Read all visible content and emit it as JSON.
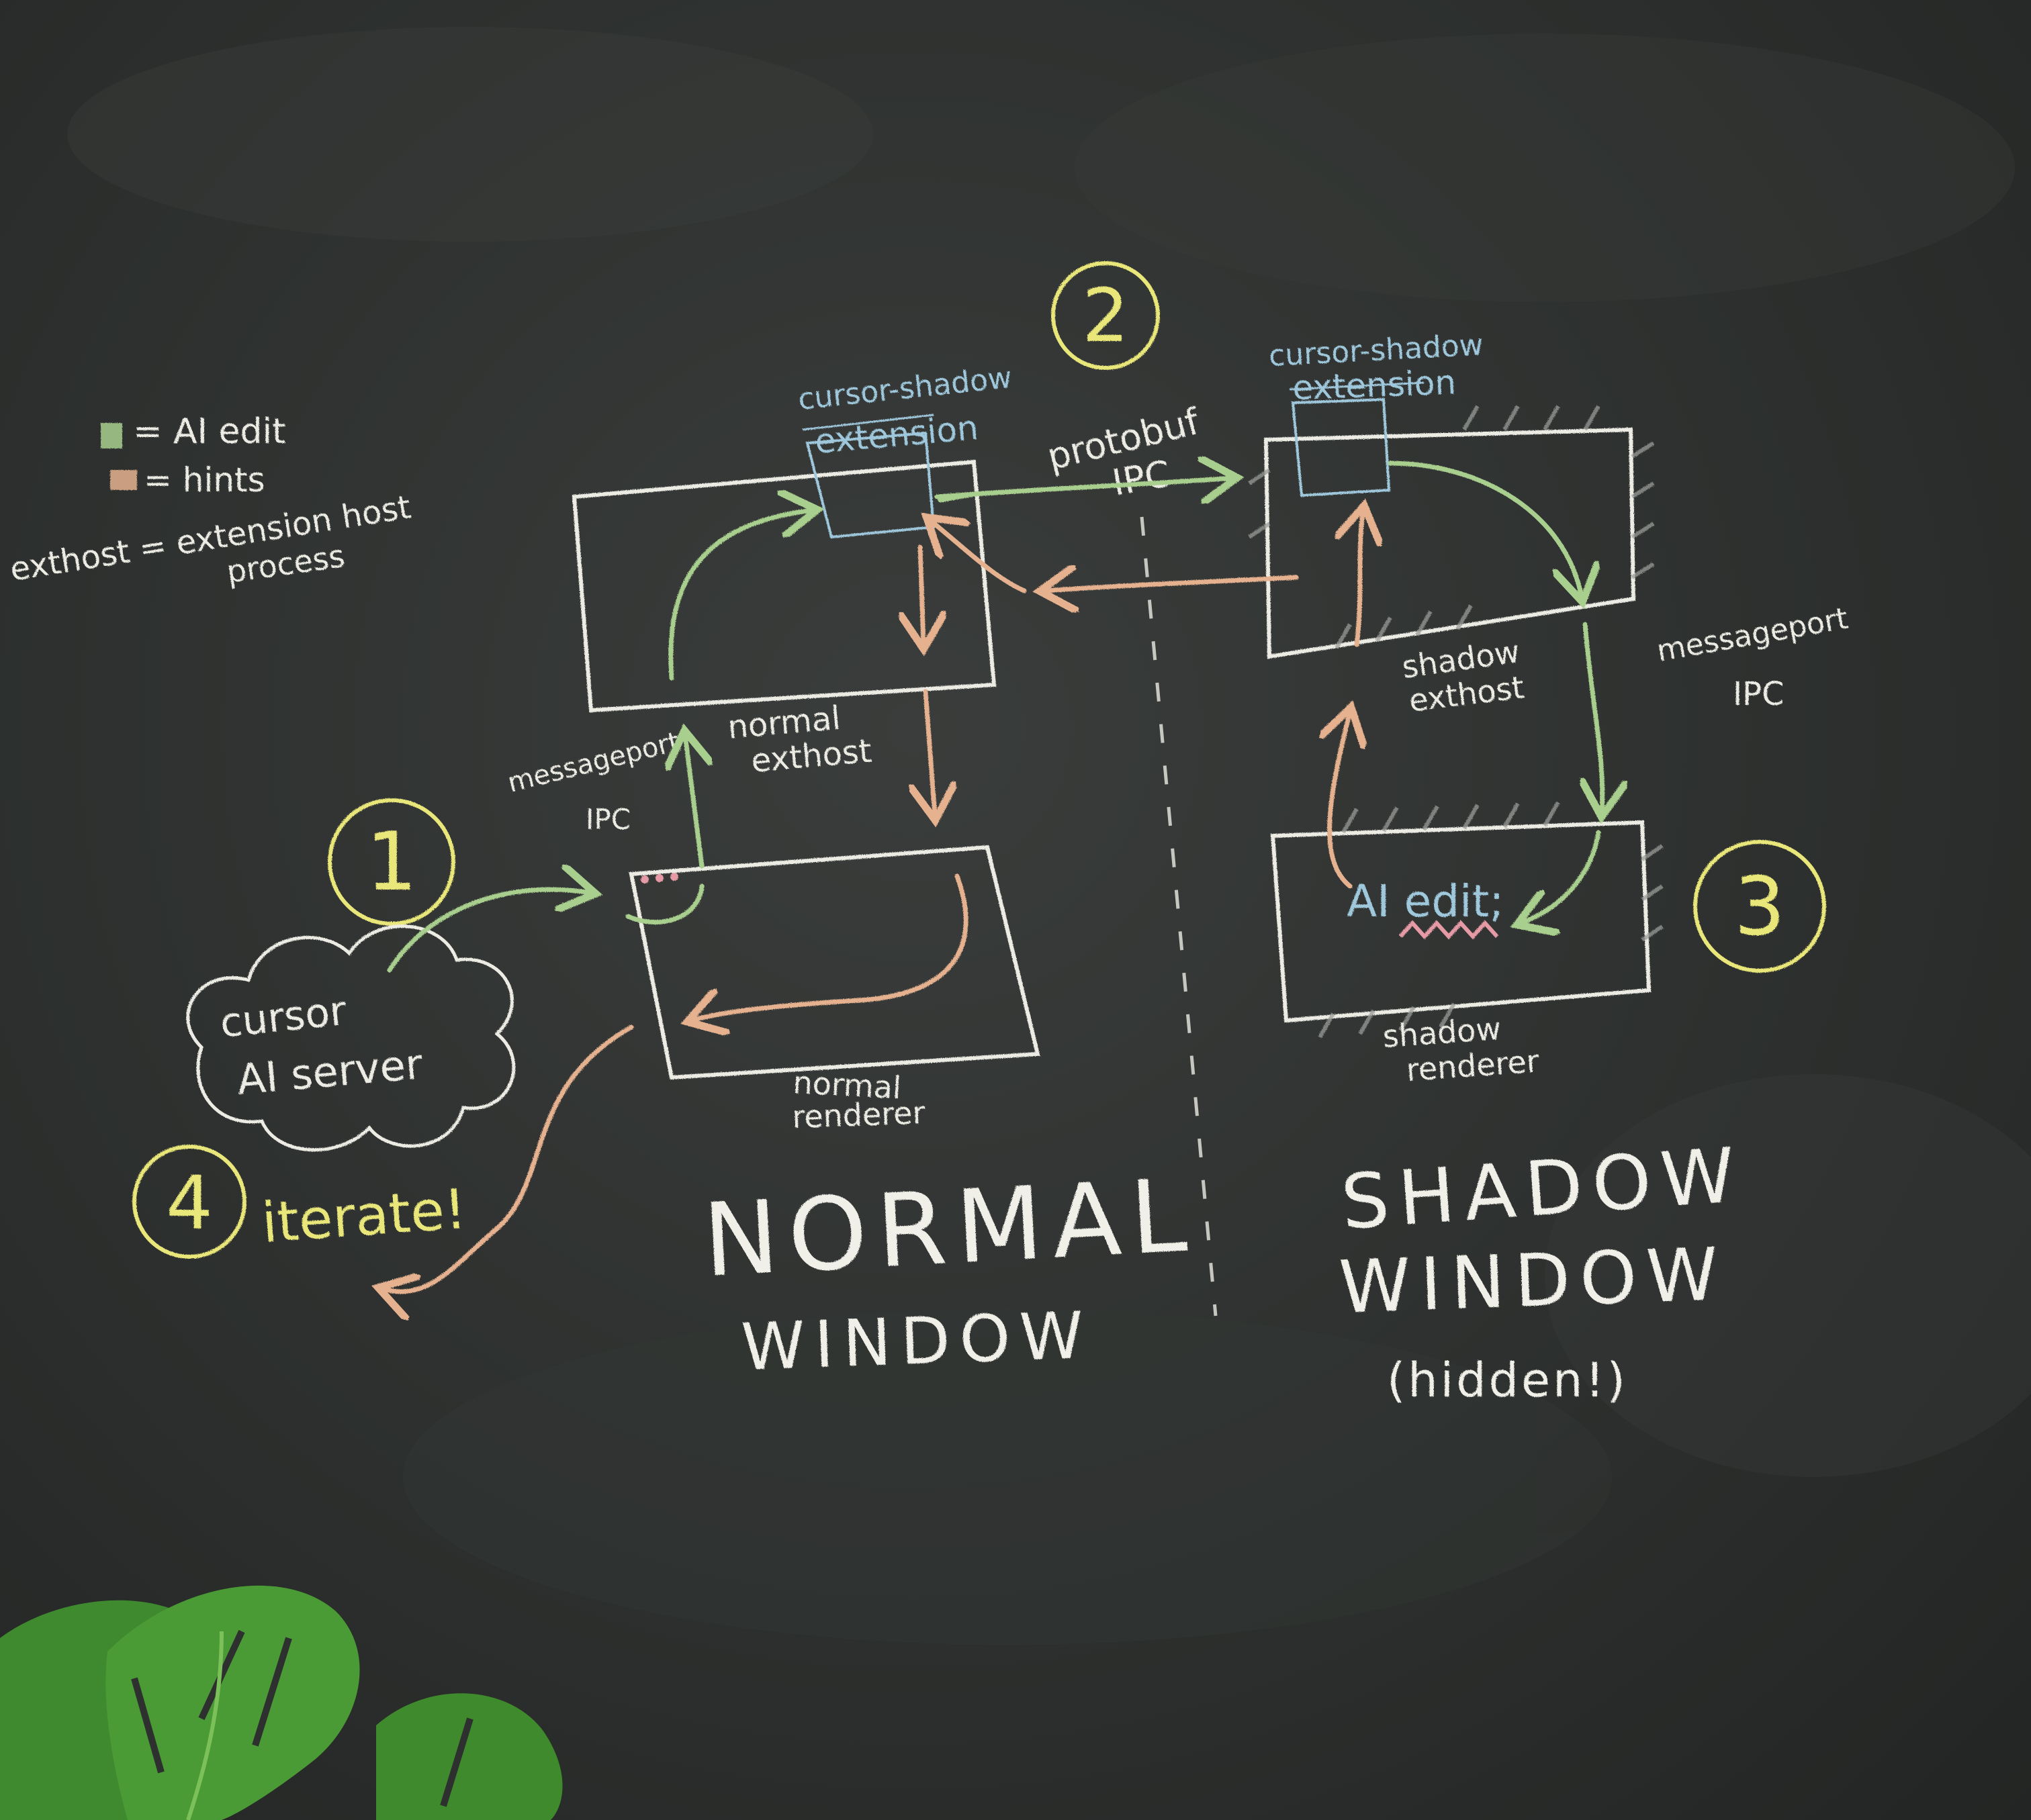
{
  "legend": {
    "ai_edit": "= AI edit",
    "hints": "= hints",
    "exthost_line1": "exthost = extension host",
    "exthost_line2": "process"
  },
  "steps": {
    "one": "1",
    "two": "2",
    "three": "3",
    "four": "4",
    "iterate": "iterate!"
  },
  "cloud": {
    "line1": "cursor",
    "line2": "AI server"
  },
  "normal": {
    "extension_line1": "cursor-shadow",
    "extension_line2": "extension",
    "exthost_line1": "normal",
    "exthost_line2": "exthost",
    "renderer_line1": "normal",
    "renderer_line2": "renderer",
    "ipc_line1": "messageport",
    "ipc_line2": "IPC",
    "title_line1": "NORMAL",
    "title_line2": "WINDOW"
  },
  "bridge": {
    "line1": "protobuf",
    "line2": "IPC"
  },
  "shadow": {
    "extension_line1": "cursor-shadow",
    "extension_line2": "extension",
    "exthost_line1": "shadow",
    "exthost_line2": "exthost",
    "renderer_line1": "shadow",
    "renderer_line2": "renderer",
    "ipc_line1": "messageport",
    "ipc_line2": "IPC",
    "edit_text": "AI edit;",
    "title_line1": "SHADOW",
    "title_line2": "WINDOW",
    "title_line3": "(hidden!)"
  },
  "colors": {
    "green": "#a9cf8e",
    "orange": "#e5b18f",
    "yellow": "#e9e77a",
    "blue": "#9fc8dc",
    "white": "#ecebe4",
    "pink": "#e59aa6",
    "board": "#2d302e"
  }
}
